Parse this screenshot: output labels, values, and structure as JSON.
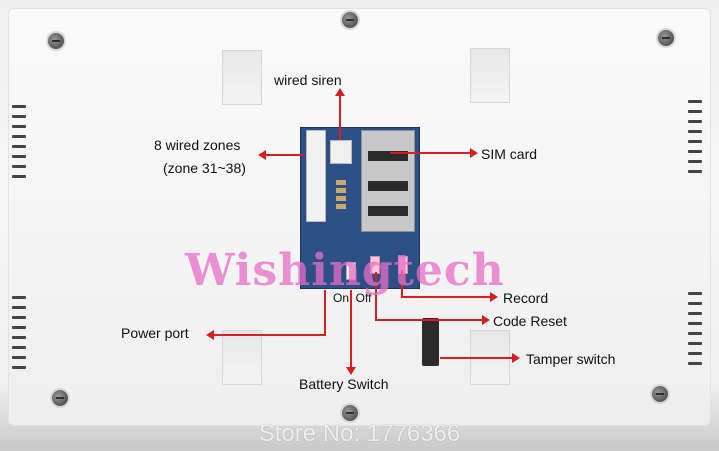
{
  "labels": {
    "wired_siren": "wired siren",
    "wired_zones_line1": "8 wired zones",
    "wired_zones_line2": "(zone 31~38)",
    "sim_card": "SIM card",
    "record": "Record",
    "code_reset": "Code Reset",
    "tamper_switch": "Tamper switch",
    "power_port": "Power port",
    "on_off": "On  Off",
    "battery_switch": "Battery Switch"
  },
  "watermark": "Wishingtech",
  "store_text": "Store No: 1776366",
  "colors": {
    "leader_line": "#d42020",
    "board": "#2c4f86",
    "watermark": "#e86ec8"
  }
}
